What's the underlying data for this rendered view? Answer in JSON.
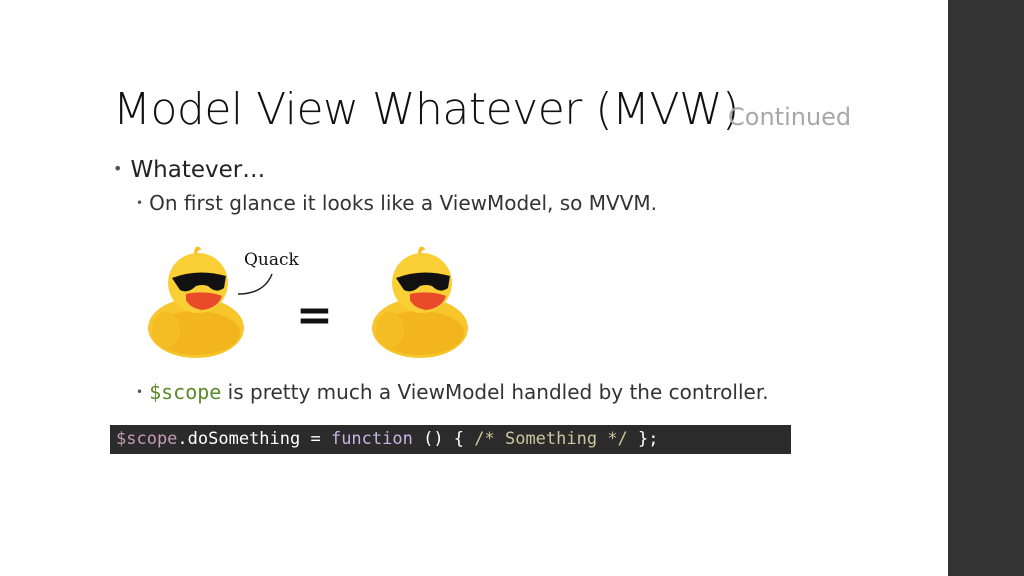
{
  "title": "Model View Whatever (MVW)",
  "subtitle": "Continued",
  "bullets": {
    "level1": "Whatever…",
    "first_glance": "On first glance it looks like a ViewModel, so MVVM.",
    "scope_code": "$scope",
    "scope_text": " is pretty much a ViewModel handled by the controller."
  },
  "illustration": {
    "speech": "Quack",
    "equals": "=",
    "duck_icon": "rubber-duck-with-sunglasses"
  },
  "code": {
    "var": "$scope",
    "member": ".doSomething = ",
    "keyword": "function",
    "parens": " () { ",
    "comment": "/* Something */",
    "end": " };"
  },
  "colors": {
    "sidebar": "#333333",
    "code_bg": "#2b2b2b",
    "inline_code": "#5a8a2a",
    "subtitle": "#a8a8a8"
  }
}
